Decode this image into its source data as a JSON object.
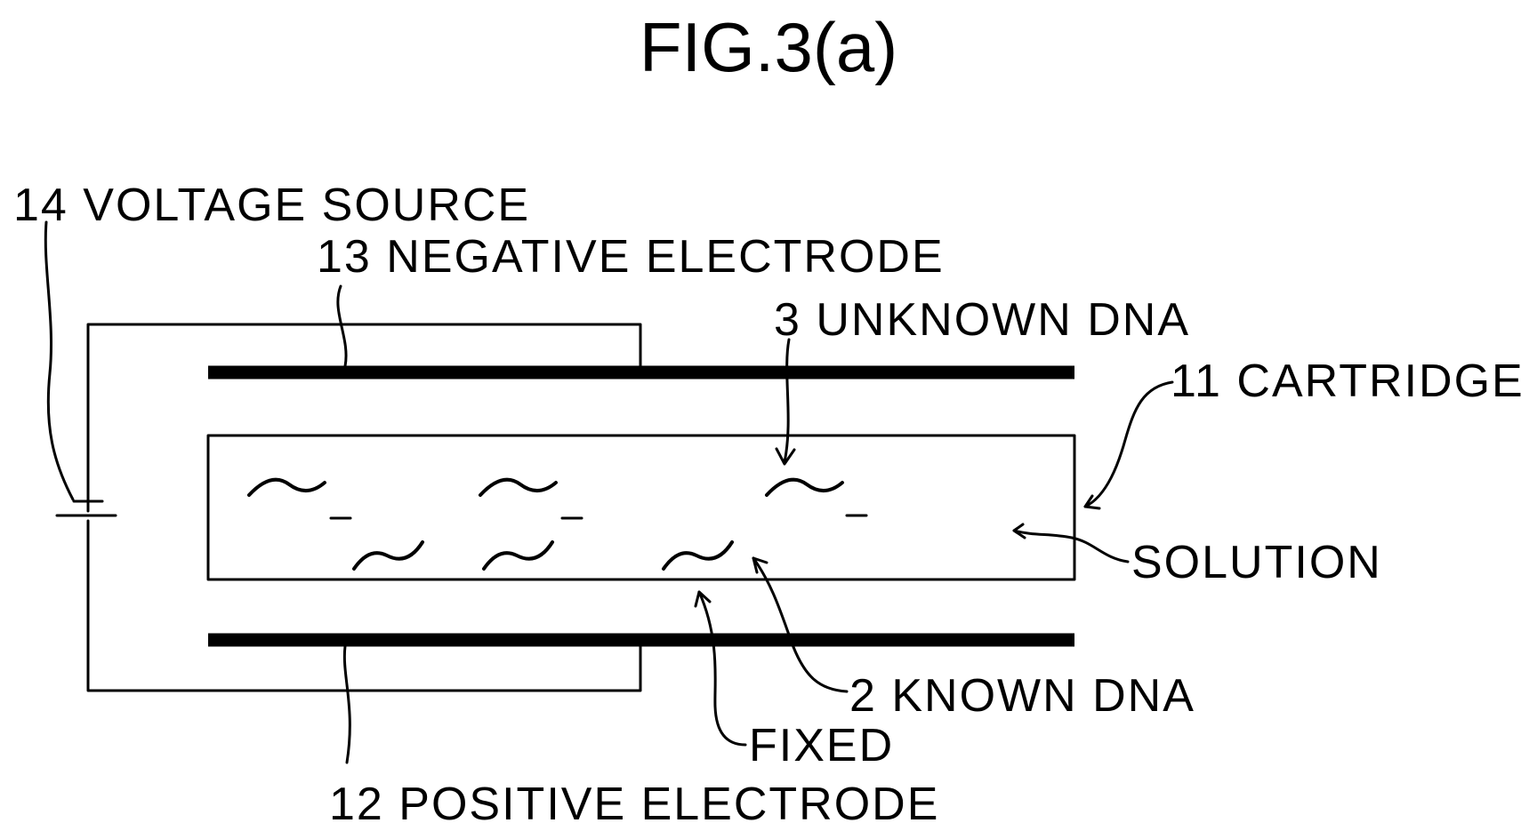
{
  "figure": {
    "title": "FIG.3(a)",
    "labels": {
      "voltage_source": "14 VOLTAGE SOURCE",
      "negative_electrode": "13 NEGATIVE ELECTRODE",
      "unknown_dna": "3 UNKNOWN DNA",
      "cartridge": "11 CARTRIDGE",
      "solution": "SOLUTION",
      "known_dna": "2 KNOWN DNA",
      "fixed": "FIXED",
      "positive_electrode": "12 POSITIVE ELECTRODE"
    }
  }
}
